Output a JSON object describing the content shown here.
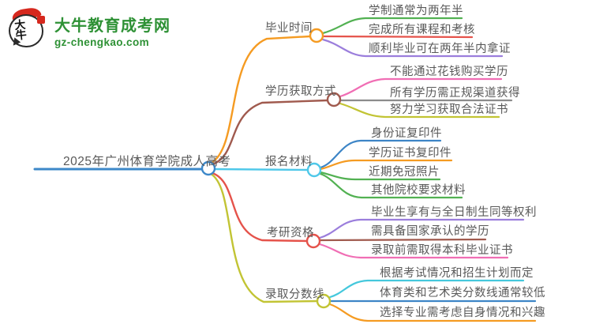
{
  "page": {
    "background": "#ffffff",
    "text_color": "#595959"
  },
  "logo": {
    "brand": "大牛教育成考网",
    "domain": "gz-chengkao.com",
    "seal_text": "大牛",
    "brand_color": "#2E9135",
    "seal_color": "#D6281E"
  },
  "root": {
    "label": "2025年广州体育学院成人高考",
    "color": "#3D88C9"
  },
  "branches": [
    {
      "label": "毕业时间",
      "color": "#F59B22",
      "children": [
        {
          "label": "学制通常为两年半",
          "color": "#52B152"
        },
        {
          "label": "完成所有课程和考核",
          "color": "#E5534B"
        },
        {
          "label": "顺利毕业可在两年半内拿证",
          "color": "#9B7EDC"
        }
      ]
    },
    {
      "label": "学历获取方式",
      "color": "#A05A4E",
      "children": [
        {
          "label": "不能通过花钱购买学历",
          "color": "#F06EB4"
        },
        {
          "label": "所有学历需正规渠道获得",
          "color": "#8C8C8C"
        },
        {
          "label": "努力学习获取合法证书",
          "color": "#C2C434"
        }
      ]
    },
    {
      "label": "报名材料",
      "color": "#4FC8E9",
      "children": [
        {
          "label": "身份证复印件",
          "color": "#3D85C6"
        },
        {
          "label": "学历证书复印件",
          "color": "#F59B22"
        },
        {
          "label": "近期免冠照片",
          "color": "#52B152"
        },
        {
          "label": "其他院校要求材料",
          "color": "#52B152"
        }
      ]
    },
    {
      "label": "考研资格",
      "color": "#E5534B",
      "children": [
        {
          "label": "毕业生享有与全日制生同等权利",
          "color": "#9B7EDC"
        },
        {
          "label": "需具备国家承认的学历",
          "color": "#A05A4E"
        },
        {
          "label": "录取前需取得本科毕业证书",
          "color": "#F06EB4"
        }
      ]
    },
    {
      "label": "录取分数线",
      "color": "#C2C434",
      "children": [
        {
          "label": "根据考试情况和招生计划而定",
          "color": "#45C8DC"
        },
        {
          "label": "体育类和艺术类分数线通常较低",
          "color": "#3D85C6"
        },
        {
          "label": "选择专业需考虑自身情况和兴趣",
          "color": "#F59B22"
        }
      ]
    }
  ]
}
